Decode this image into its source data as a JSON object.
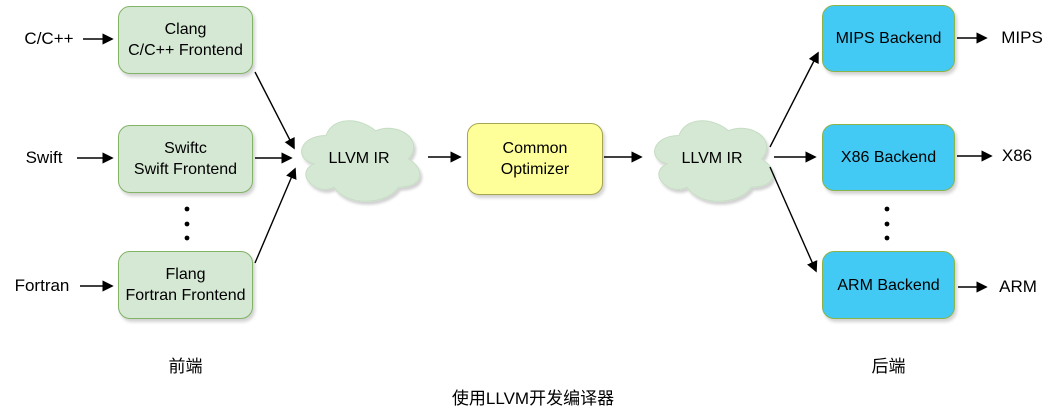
{
  "title": "使用LLVM开发编译器",
  "sections": {
    "frontend_label": "前端",
    "backend_label": "后端"
  },
  "inputs": [
    {
      "label": "C/C++"
    },
    {
      "label": "Swift"
    },
    {
      "label": "Fortran"
    }
  ],
  "frontends": [
    {
      "line1": "Clang",
      "line2": "C/C++ Frontend"
    },
    {
      "line1": "Swiftc",
      "line2": "Swift Frontend"
    },
    {
      "line1": "Flang",
      "line2": "Fortran Frontend"
    }
  ],
  "ir_clouds": [
    {
      "label": "LLVM IR"
    },
    {
      "label": "LLVM IR"
    }
  ],
  "optimizer": {
    "line1": "Common",
    "line2": "Optimizer"
  },
  "backends": [
    {
      "label": "MIPS Backend"
    },
    {
      "label": "X86 Backend"
    },
    {
      "label": "ARM Backend"
    }
  ],
  "outputs": [
    {
      "label": "MIPS"
    },
    {
      "label": "X86"
    },
    {
      "label": "ARM"
    }
  ],
  "colors": {
    "frontend_fill": "#d5e8d4",
    "frontend_border": "#82b366",
    "optimizer_fill": "#ffff99",
    "optimizer_border": "#a5a552",
    "backend_fill": "#42c9f4",
    "backend_border": "#8ab44a",
    "cloud_fill": "#d5e8d4",
    "connector": "#000000"
  }
}
